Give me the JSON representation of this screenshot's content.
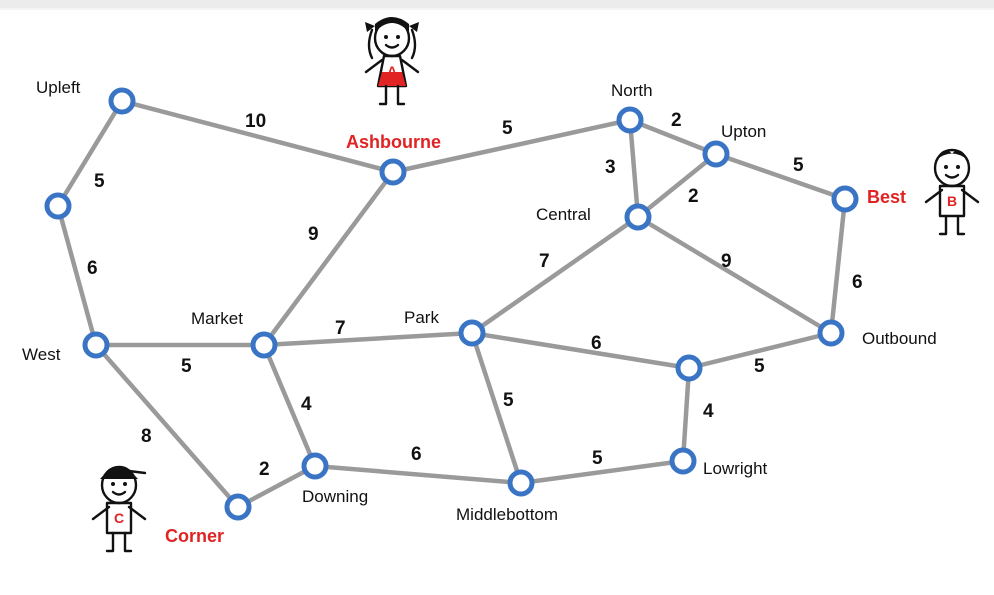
{
  "highlight_color": "#e02323",
  "node_color": "#3a74c4",
  "edge_color": "#9a9a9a",
  "nodes": [
    {
      "id": "upleft",
      "label": "Upleft",
      "highlight": false
    },
    {
      "id": "ashbourne",
      "label": "Ashbourne",
      "highlight": true
    },
    {
      "id": "north",
      "label": "North",
      "highlight": false
    },
    {
      "id": "upton",
      "label": "Upton",
      "highlight": false
    },
    {
      "id": "best",
      "label": "Best",
      "highlight": true
    },
    {
      "id": "central",
      "label": "Central",
      "highlight": false
    },
    {
      "id": "w1",
      "label": "",
      "highlight": false
    },
    {
      "id": "west",
      "label": "West",
      "highlight": false
    },
    {
      "id": "market",
      "label": "Market",
      "highlight": false
    },
    {
      "id": "park",
      "label": "Park",
      "highlight": false
    },
    {
      "id": "outbound",
      "label": "Outbound",
      "highlight": false
    },
    {
      "id": "e1",
      "label": "",
      "highlight": false
    },
    {
      "id": "lowright",
      "label": "Lowright",
      "highlight": false
    },
    {
      "id": "downing",
      "label": "Downing",
      "highlight": false
    },
    {
      "id": "middlebottom",
      "label": "Middlebottom",
      "highlight": false
    },
    {
      "id": "corner",
      "label": "Corner",
      "highlight": true
    }
  ],
  "edges": [
    {
      "from": "upleft",
      "to": "ashbourne",
      "weight": "10"
    },
    {
      "from": "upleft",
      "to": "w1",
      "weight": "5"
    },
    {
      "from": "w1",
      "to": "west",
      "weight": "6"
    },
    {
      "from": "ashbourne",
      "to": "north",
      "weight": "5"
    },
    {
      "from": "ashbourne",
      "to": "market",
      "weight": "9"
    },
    {
      "from": "north",
      "to": "upton",
      "weight": "2"
    },
    {
      "from": "north",
      "to": "central",
      "weight": "3"
    },
    {
      "from": "upton",
      "to": "central",
      "weight": "2"
    },
    {
      "from": "upton",
      "to": "best",
      "weight": "5"
    },
    {
      "from": "central",
      "to": "park",
      "weight": "7"
    },
    {
      "from": "central",
      "to": "outbound",
      "weight": "9"
    },
    {
      "from": "best",
      "to": "outbound",
      "weight": "6"
    },
    {
      "from": "west",
      "to": "market",
      "weight": "5"
    },
    {
      "from": "west",
      "to": "corner",
      "weight": "8"
    },
    {
      "from": "market",
      "to": "park",
      "weight": "7"
    },
    {
      "from": "market",
      "to": "downing",
      "weight": "4"
    },
    {
      "from": "park",
      "to": "e1",
      "weight": "6"
    },
    {
      "from": "park",
      "to": "middlebottom",
      "weight": "5"
    },
    {
      "from": "outbound",
      "to": "e1",
      "weight": "5"
    },
    {
      "from": "e1",
      "to": "lowright",
      "weight": "4"
    },
    {
      "from": "downing",
      "to": "corner",
      "weight": "2"
    },
    {
      "from": "downing",
      "to": "middlebottom",
      "weight": "6"
    },
    {
      "from": "middlebottom",
      "to": "lowright",
      "weight": "5"
    }
  ],
  "figures": [
    {
      "id": "figure-a",
      "letter": "A",
      "attached_to": "ashbourne"
    },
    {
      "id": "figure-b",
      "letter": "B",
      "attached_to": "best"
    },
    {
      "id": "figure-c",
      "letter": "C",
      "attached_to": "corner"
    }
  ]
}
